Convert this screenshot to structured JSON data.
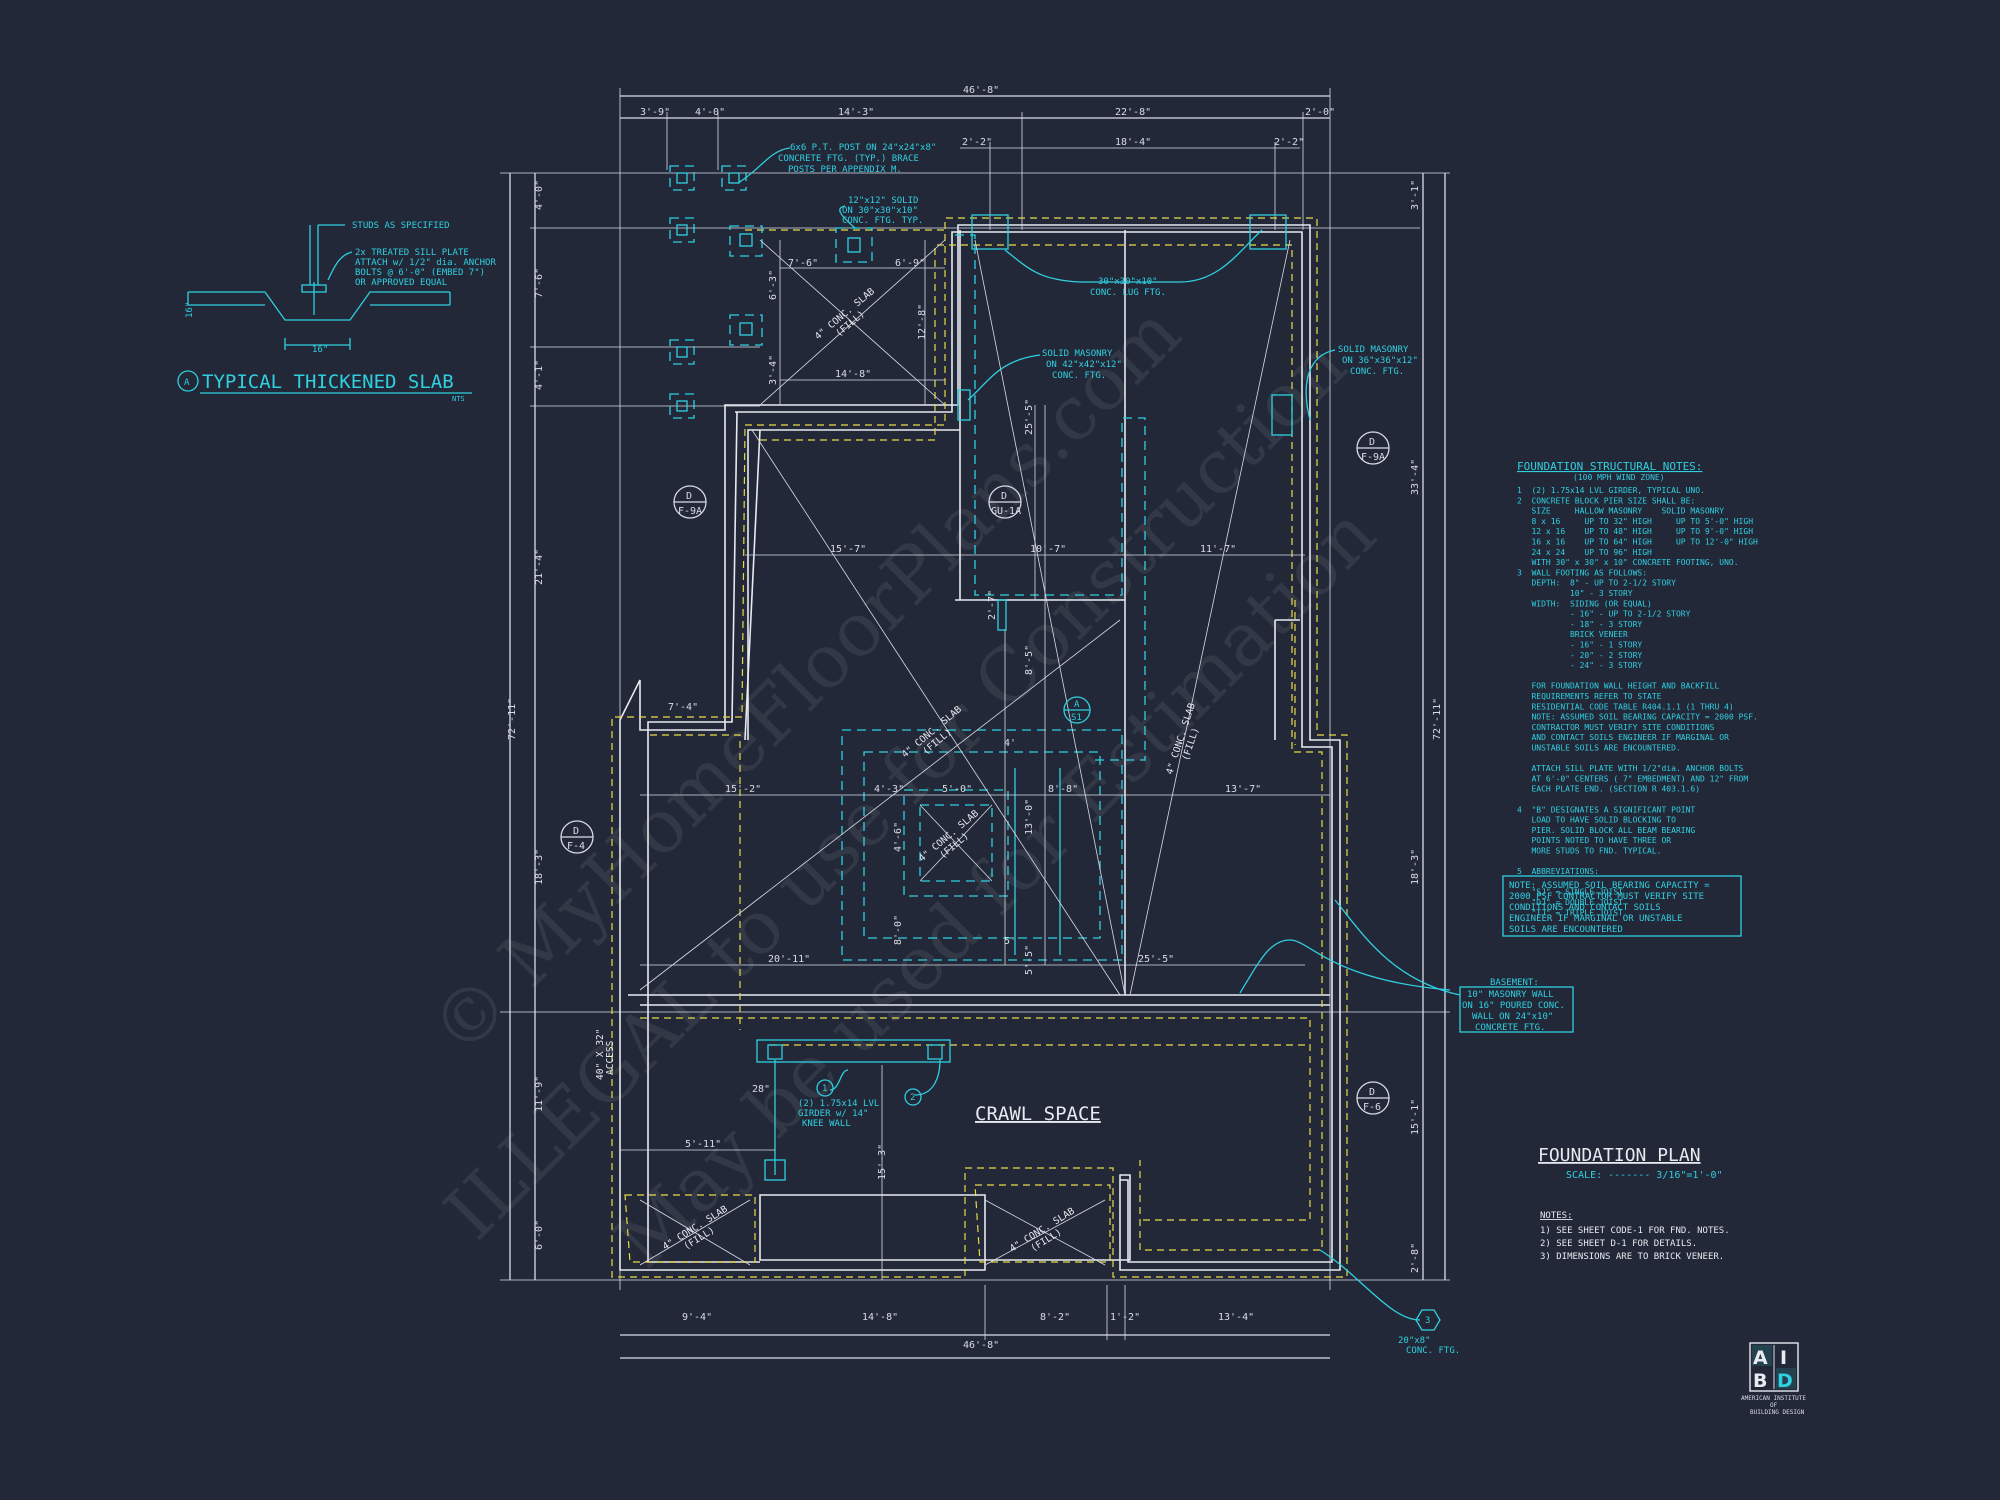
{
  "plan": {
    "title": "FOUNDATION PLAN",
    "scale": "SCALE: ------- 3/16\"=1'-0\"",
    "notes_heading": "NOTES:",
    "notes": [
      "1) SEE SHEET CODE-1 FOR FND. NOTES.",
      "2) SEE SHEET D-1 FOR DETAILS.",
      "3) DIMENSIONS ARE TO BRICK VENEER."
    ],
    "crawl_space": "CRAWL SPACE"
  },
  "detail": {
    "title": "TYPICAL THICKENED SLAB",
    "marker": "A",
    "ntg": "NTS",
    "studs": "STUDS AS SPECIFIED",
    "plate": [
      "2x TREATED SILL PLATE",
      "ATTACH w/ 1/2\" dia. ANCHOR",
      "BOLTS @ 6'-0\" (EMBED 7\")",
      "OR APPROVED EQUAL"
    ],
    "width": "16\"",
    "depth": "16\""
  },
  "structural_notes": {
    "title": "FOUNDATION STRUCTURAL NOTES:",
    "subtitle": "(100 MPH WIND ZONE)",
    "lines": [
      "1  (2) 1.75x14 LVL GIRDER, TYPICAL UNO.",
      "2  CONCRETE BLOCK PIER SIZE SHALL BE:",
      "   SIZE     HALLOW MASONRY    SOLID MASONRY",
      "   8 x 16     UP TO 32\" HIGH     UP TO 5'-0\" HIGH",
      "   12 x 16    UP TO 48\" HIGH     UP TO 9'-0\" HIGH",
      "   16 x 16    UP TO 64\" HIGH     UP TO 12'-0\" HIGH",
      "   24 x 24    UP TO 96\" HIGH",
      "   WITH 30\" x 30\" x 10\" CONCRETE FOOTING, UNO.",
      "3  WALL FOOTING AS FOLLOWS:",
      "   DEPTH:  8\" - UP TO 2-1/2 STORY",
      "           10\" - 3 STORY",
      "   WIDTH:  SIDING (OR EQUAL)",
      "           - 16\" - UP TO 2-1/2 STORY",
      "           - 18\" - 3 STORY",
      "           BRICK VENEER",
      "           - 16\" - 1 STORY",
      "           - 20\" - 2 STORY",
      "           - 24\" - 3 STORY",
      "",
      "   FOR FOUNDATION WALL HEIGHT AND BACKFILL",
      "   REQUIREMENTS REFER TO STATE",
      "   RESIDENTIAL CODE TABLE R404.1.1 (1 THRU 4)",
      "   NOTE: ASSUMED SOIL BEARING CAPACITY = 2000 PSF.",
      "   CONTRACTOR MUST VERIFY SITE CONDITIONS",
      "   AND CONTACT SOILS ENGINEER IF MARGINAL OR",
      "   UNSTABLE SOILS ARE ENCOUNTERED.",
      "",
      "   ATTACH SILL PLATE WITH 1/2\"dia. ANCHOR BOLTS",
      "   AT 6'-0\" CENTERS ( 7\" EMBEDMENT) AND 12\" FROM",
      "   EACH PLATE END. (SECTION R 403.1.6)",
      "",
      "4  \"B\" DESIGNATES A SIGNIFICANT POINT",
      "   LOAD TO HAVE SOLID BLOCKING TO",
      "   PIER. SOLID BLOCK ALL BEAM BEARING",
      "   POINTS NOTED TO HAVE THREE OR",
      "   MORE STUDS TO FND. TYPICAL.",
      "",
      "5  ABBREVIATIONS:",
      "",
      "   \"SJ\" = SINGLE JOIST",
      "   \"DJ\" = DOUBLE JOIST",
      "   \"TJ\" = TRIPLE JOIST"
    ],
    "boxed_note": [
      "NOTE: ASSUMED SOIL BEARING CAPACITY =",
      "2000 PSF CONTRACTOR MUST VERIFY SITE",
      "CONDITIONS AND CONTACT SOILS",
      "ENGINEER IF MARGINAL OR UNSTABLE",
      "SOILS ARE ENCOUNTERED"
    ]
  },
  "callouts": {
    "post": [
      "6x6 P.T. POST ON 24\"x24\"x8\"",
      "CONCRETE FTG. (TYP.) BRACE",
      "POSTS PER APPENDIX M."
    ],
    "solid12": [
      "12\"x12\" SOLID",
      "ON 30\"x30\"x10\"",
      "CONC. FTG. TYP."
    ],
    "lug": [
      "30\"x30\"x10\"",
      "CONC. LUG FTG."
    ],
    "masonry42": [
      "SOLID MASONRY",
      "ON 42\"x42\"x12\"",
      "CONC. FTG."
    ],
    "masonry36": [
      "SOLID MASONRY",
      "ON 36\"x36\"x12\"",
      "CONC. FTG."
    ],
    "basement": [
      "BASEMENT:",
      "10\" MASONRY WALL",
      "ON 16\" POURED CONC.",
      "WALL ON 24\"x10\"",
      "CONCRETE FTG."
    ],
    "girder": [
      "(2) 1.75x14 LVL",
      "GIRDER w/ 14\"",
      "KNEE WALL"
    ],
    "ftg20": [
      "20\"x8\"",
      "CONC. FTG."
    ],
    "ftg3": "3",
    "slab": [
      "4\" CONC. SLAB",
      "(FILL)"
    ],
    "beam_side": [
      "4\" CONC. SLAB",
      "(FILL)"
    ],
    "opening": [
      "40\" X 32\"",
      "ACCESS"
    ],
    "num1": "1",
    "num2": "2"
  },
  "section_tags": [
    {
      "top": "D",
      "bottom": "F-9A"
    },
    {
      "top": "D",
      "bottom": "GU-1A"
    },
    {
      "top": "D",
      "bottom": "F-9A"
    },
    {
      "top": "D",
      "bottom": "F-4"
    },
    {
      "top": "D",
      "bottom": "F-6"
    },
    {
      "top": "A",
      "bottom": "S1"
    }
  ],
  "dims": {
    "top_overall": "46'-8\"",
    "top_row": [
      "3'-9\"",
      "4'-0\"",
      "14'-3\"",
      "22'-8\"",
      "2'-0\""
    ],
    "top_row2": [
      "2'-2\"",
      "18'-4\"",
      "2'-2\""
    ],
    "bottom_row": [
      "9'-4\"",
      "14'-8\"",
      "8'-2\"",
      "1'-2\"",
      "13'-4\""
    ],
    "bottom_overall": "46'-8\"",
    "left": [
      "4'-0\"",
      "7'-6\"",
      "4'-1\"",
      "21'-4\"",
      "18'-3\"",
      "11'-9\"",
      "6'-0\""
    ],
    "left_overall": "72'-11\"",
    "right": [
      "3'-1\"",
      "33'-4\"",
      "18'-3\"",
      "15'-1\"",
      "2'-8\""
    ],
    "right_overall": "72'-11\"",
    "interior": [
      "7'-6\"",
      "6'-9\"",
      "12'-8\"",
      "14'-8\"",
      "6'-3\"",
      "3'-4\"",
      "15'-7\"",
      "10'-7\"",
      "11'-7\"",
      "25'-5\"",
      "7'-4\"",
      "15'-2\"",
      "4'-3\"",
      "5'-0\"",
      "8'-8\"",
      "13'-7\"",
      "8'-5\"",
      "13'-0\"",
      "4'-6\"",
      "8'-0\"",
      "20'-11\"",
      "25'-5\"",
      "5'-11\"",
      "15'-3\"",
      "5'-5\"",
      "2'-7\"",
      "28\"",
      "4'",
      "5'"
    ]
  },
  "logo": {
    "letters": [
      "A",
      "I",
      "B",
      "D"
    ],
    "org": [
      "AMERICAN INSTITUTE",
      "OF",
      "BUILDING DESIGN"
    ]
  },
  "watermark": [
    "© MyHomeFloorPlans.com",
    "ILLEGAL to use for Construction",
    "May be used for Estimation"
  ],
  "colors": {
    "background": "#232838",
    "linework": "#d9dce6",
    "footing": "#e6d84a",
    "annotation": "#2fd0e0"
  }
}
